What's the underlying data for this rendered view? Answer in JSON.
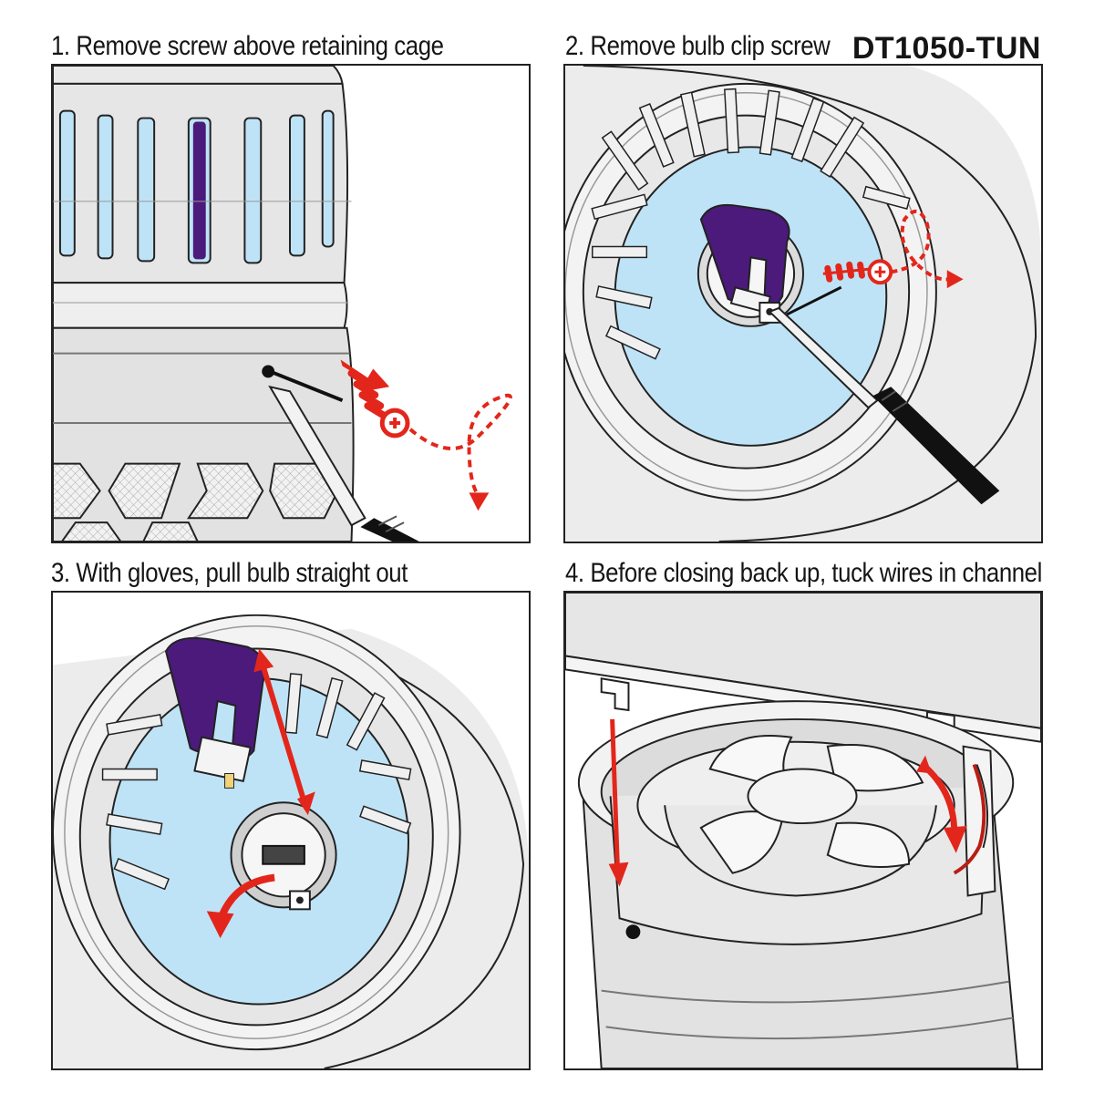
{
  "header": {
    "model_code": "DT1050-TUN"
  },
  "steps": [
    {
      "title": "1. Remove screw above retaining cage"
    },
    {
      "title": "2. Remove bulb clip screw"
    },
    {
      "title": "3. With gloves, pull bulb straight out"
    },
    {
      "title": "4. Before closing back up, tuck wires in channel"
    }
  ],
  "colors": {
    "bulb": "#4b1a7a",
    "cage_glow": "#bfe3f6",
    "arrow": "#e3261b",
    "body": "#e4e4e4",
    "outline": "#222222"
  }
}
